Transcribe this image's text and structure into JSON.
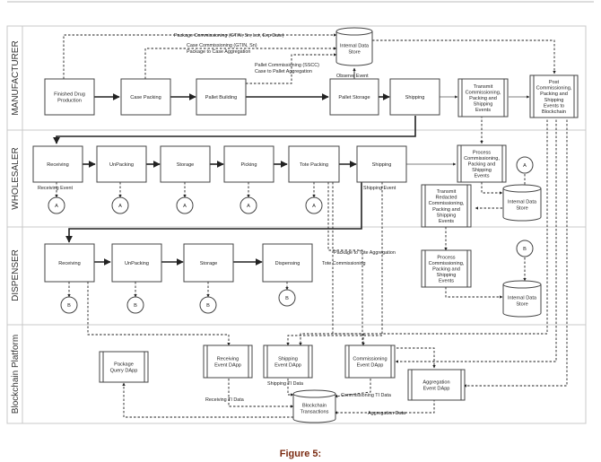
{
  "caption": "Figure 5:",
  "colors": {
    "line": "#333333",
    "lane_border": "#c8c8c8",
    "caption": "#7a2a10"
  },
  "lanes": [
    {
      "id": "manufacturer",
      "label": "MANUFACTURER"
    },
    {
      "id": "wholesaler",
      "label": "WHOLESALER"
    },
    {
      "id": "dispenser",
      "label": "DISPENSER"
    },
    {
      "id": "blockchain",
      "label": "Blockchain Platform"
    }
  ],
  "nodes": {
    "m_finished": [
      "Finished Drug",
      "Production"
    ],
    "m_case": [
      "Case Packing"
    ],
    "m_pallet_build": [
      "Pallet Building"
    ],
    "m_pallet_store": [
      "Pallet Storage"
    ],
    "m_shipping": [
      "Shipping"
    ],
    "m_transmit": [
      "Transmit",
      "Commissioning,",
      "Packing and",
      "Shipping",
      "Events"
    ],
    "m_post": [
      "Post",
      "Commissioning,",
      "Packing and",
      "Shipping",
      "Events to",
      "Blockchain"
    ],
    "m_store": [
      "Internal Data",
      "Store"
    ],
    "w_receiving": [
      "Receiving"
    ],
    "w_unpacking": [
      "UnPacking"
    ],
    "w_storage": [
      "Storage"
    ],
    "w_picking": [
      "Picking"
    ],
    "w_tote": [
      "Tote Packing"
    ],
    "w_shipping": [
      "Shipping"
    ],
    "w_process": [
      "Process",
      "Commissioning,",
      "Packing and",
      "Shipping",
      "Events"
    ],
    "w_transmit": [
      "Transmit",
      "Redacted",
      "Commissioning,",
      "Packing and",
      "Shipping",
      "Events"
    ],
    "w_store": [
      "Internal Data",
      "Store"
    ],
    "d_receiving": [
      "Receiving"
    ],
    "d_unpacking": [
      "UnPacking"
    ],
    "d_storage": [
      "Storage"
    ],
    "d_dispensing": [
      "Dispensing"
    ],
    "d_process": [
      "Process",
      "Commissioning,",
      "Packing and",
      "Shipping",
      "Events"
    ],
    "d_store": [
      "Internal Data",
      "Store"
    ],
    "b_query": [
      "Package",
      "Query DApp"
    ],
    "b_receiving": [
      "Receiving",
      "Event DApp"
    ],
    "b_shipping": [
      "Shipping",
      "Event DApp"
    ],
    "b_commissioning": [
      "Commissioning",
      "Event DApp"
    ],
    "b_aggregation": [
      "Aggregation",
      "Event DApp"
    ],
    "b_transactions": [
      "Blockchain",
      "Transactions"
    ]
  },
  "connectors": {
    "wholesaler": "A",
    "dispenser": "B"
  },
  "edge_labels": {
    "pkg_comm": "Package Commissioning (GTIN, Sn, Lot, Exp Date)",
    "case_comm_1": "Case Commissioning (GTIN, Sn)",
    "case_comm_2": "Package to Case Aggregation",
    "pallet_comm_1": "Pallet Commissioning (SSCC)",
    "pallet_comm_2": "Case to Pallet Aggregation",
    "observe": "Observe Event",
    "receiving_event": "Receiving Event",
    "shipping_event": "Shipping Event",
    "tote_agg": "Package to Tote Aggregation",
    "tote_comm": "Tote Commissioning",
    "receiving_ti": "Receiving TI Data",
    "shipping_ti": "Shipping TI Data",
    "commissioning_ti": "Commissioning TI Data",
    "aggregation": "Aggregation Data"
  }
}
